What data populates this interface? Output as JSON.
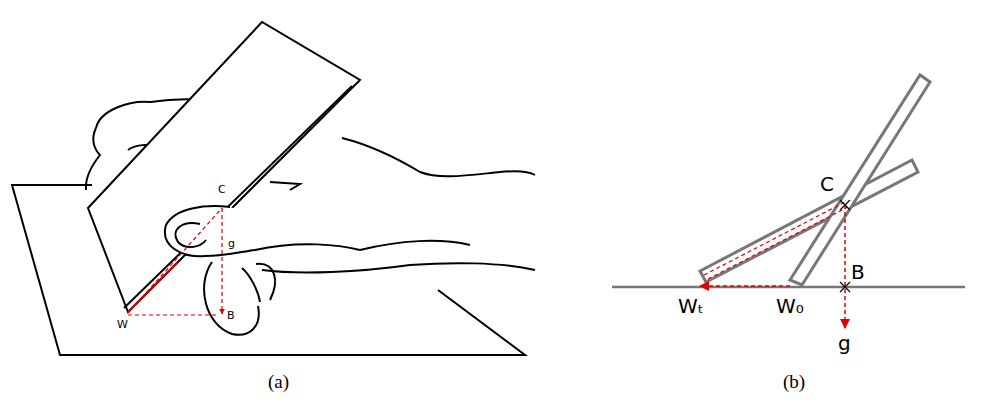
{
  "diagram": {
    "labels": [
      "C",
      "g",
      "W",
      "B",
      "(a)",
      "C",
      "B",
      "Wₜ",
      "W₀",
      "g",
      "(b)"
    ]
  }
}
